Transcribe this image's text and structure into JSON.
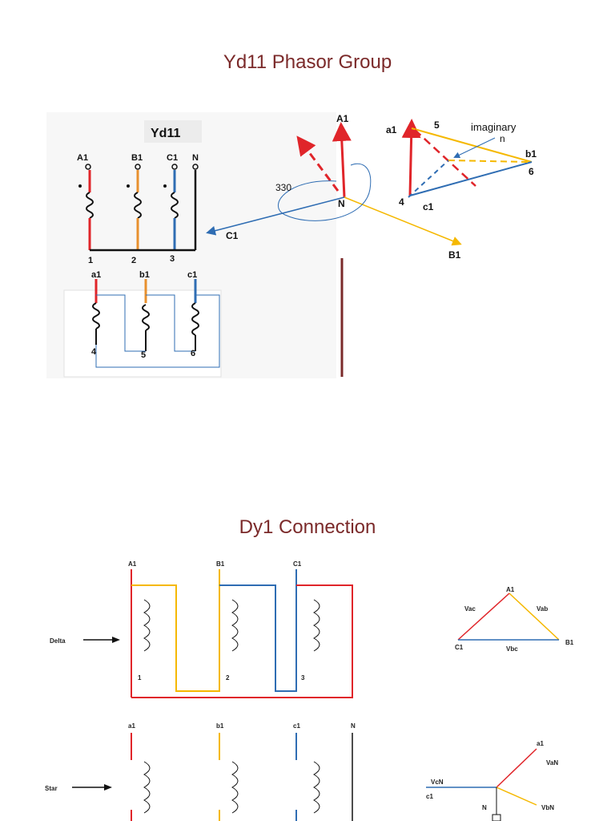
{
  "headings": {
    "yd11": "Yd11 Phasor Group",
    "dy1": "Dy1 Connection"
  },
  "yd11": {
    "title": "Yd11",
    "primary_terminals": [
      "A1",
      "B1",
      "C1",
      "N"
    ],
    "primary_bottom_numbers": [
      "1",
      "2",
      "3"
    ],
    "secondary_terminals": [
      "a1",
      "b1",
      "c1"
    ],
    "secondary_bottom_numbers": [
      "4",
      "5",
      "6"
    ],
    "phasor": {
      "a1": "A1",
      "b1": "B1",
      "c1": "C1",
      "n": "N",
      "angle": "330"
    },
    "delta_phasor": {
      "a": "a1",
      "b": "b1",
      "c": "c1",
      "n4": "4",
      "n5": "5",
      "n6": "6",
      "imaginary": "imaginary",
      "imaginary_n": "n"
    }
  },
  "dy1": {
    "delta_label": "Delta",
    "star_label": "Star",
    "delta_terminals": [
      "A1",
      "B1",
      "C1"
    ],
    "delta_numbers": [
      "1",
      "2",
      "3"
    ],
    "star_terminals": [
      "a1",
      "b1",
      "c1",
      "N"
    ],
    "delta_phasor": {
      "a": "A1",
      "b": "B1",
      "c": "C1",
      "vac": "Vac",
      "vab": "Vab",
      "vbc": "Vbc"
    },
    "star_phasor": {
      "a": "a1",
      "van": "VaN",
      "vbn": "VbN",
      "vcn": "VcN",
      "c": "c1",
      "n": "N"
    }
  },
  "colors": {
    "red": "#e0252a",
    "yellow": "#f5b800",
    "blue": "#2f6db3",
    "orange": "#e8902e",
    "maroon": "#7b2a2a"
  }
}
